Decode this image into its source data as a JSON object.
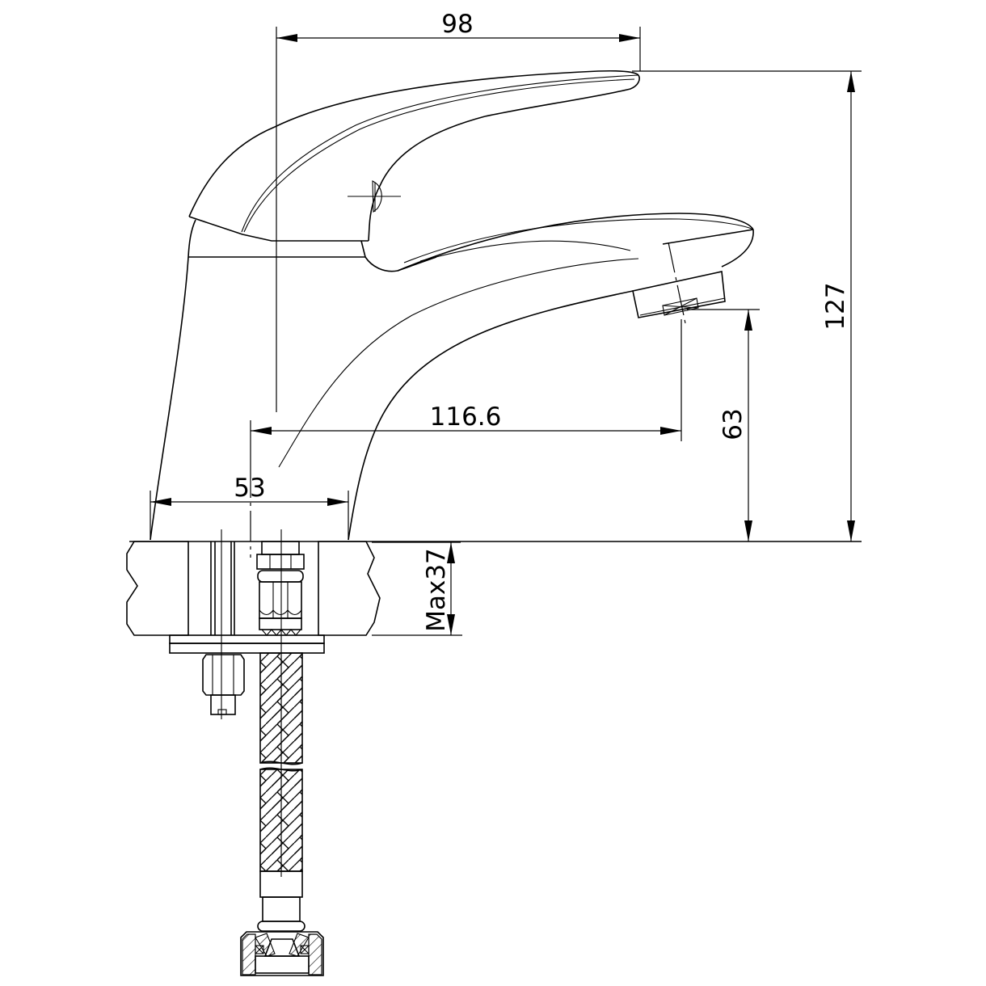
{
  "drawing": {
    "title": "Single-lever basin mixer – side view dimension drawing",
    "units": "mm",
    "line_color": "#000000",
    "background": "#ffffff"
  },
  "dimensions": {
    "handle_reach": {
      "label": "98",
      "value": 98,
      "orientation": "horizontal"
    },
    "total_height": {
      "label": "127",
      "value": 127,
      "orientation": "vertical"
    },
    "spout_height": {
      "label": "63",
      "value": 63,
      "orientation": "vertical"
    },
    "spout_reach": {
      "label": "116.6",
      "value": 116.6,
      "orientation": "horizontal"
    },
    "base_diameter": {
      "label": "53",
      "value": 53,
      "orientation": "horizontal"
    },
    "max_deck_thickness": {
      "label": "Max37",
      "value": 37,
      "orientation": "vertical",
      "qualifier": "Max"
    }
  },
  "components": [
    {
      "name": "lever-handle"
    },
    {
      "name": "mixer-body"
    },
    {
      "name": "spout"
    },
    {
      "name": "aerator"
    },
    {
      "name": "countertop-section"
    },
    {
      "name": "fixing-stud-and-nut"
    },
    {
      "name": "braided-flexible-hose"
    },
    {
      "name": "hose-nut-connector"
    }
  ]
}
